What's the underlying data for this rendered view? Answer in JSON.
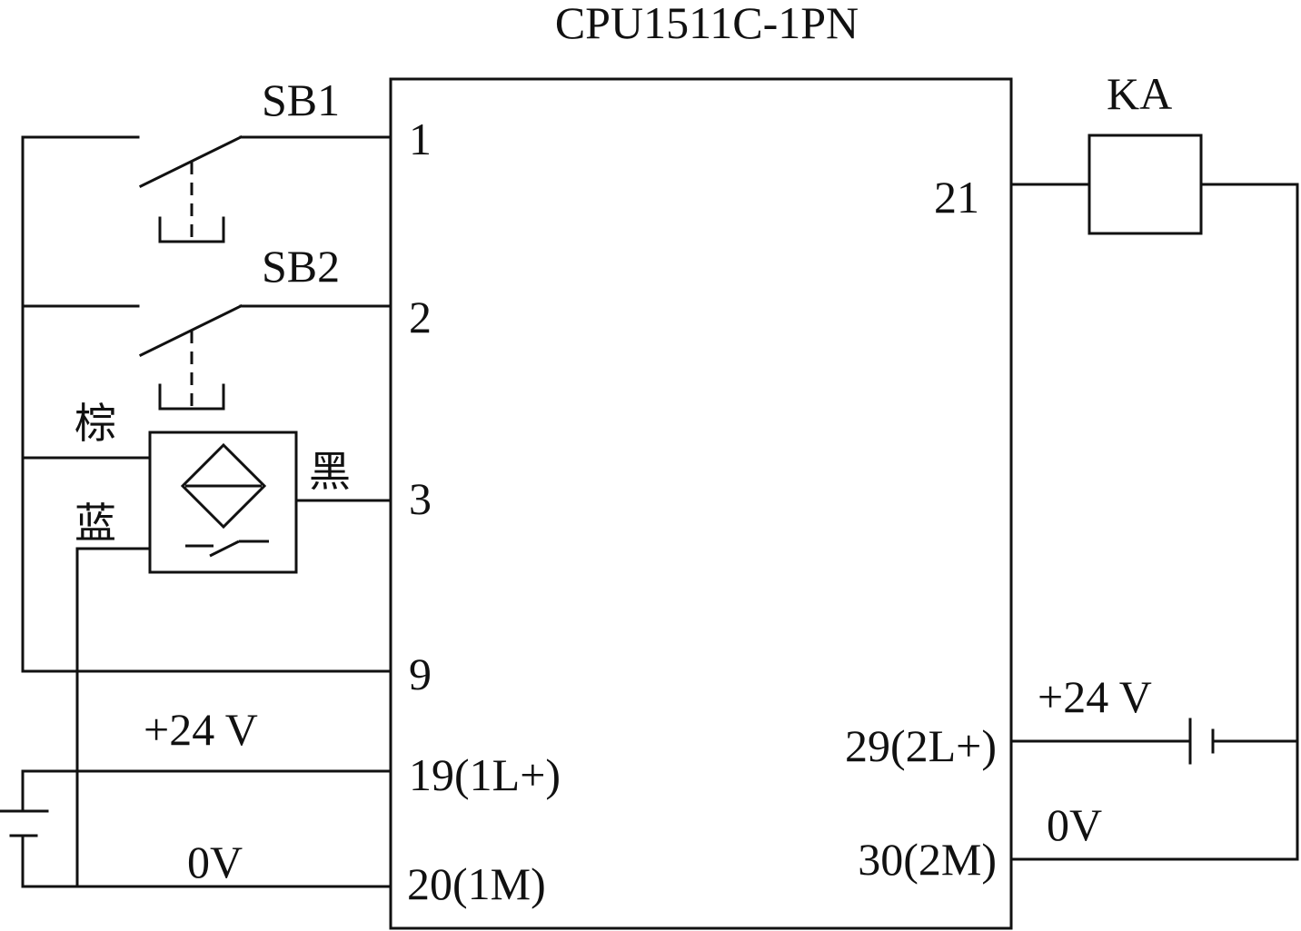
{
  "title": "CPU1511C-1PN",
  "buttons": {
    "sb1": "SB1",
    "sb2": "SB2"
  },
  "relay": "KA",
  "sensor": {
    "brown": "棕",
    "blue": "蓝",
    "black": "黑"
  },
  "terminals": {
    "t1": "1",
    "t2": "2",
    "t3": "3",
    "t9": "9",
    "t19": "19(1L+)",
    "t20": "20(1M)",
    "t21": "21",
    "t29": "29(2L+)",
    "t30": "30(2M)"
  },
  "supply_left": {
    "pos": "+24 V",
    "neg": "0V"
  },
  "supply_right": {
    "pos": "+24 V",
    "neg": "0V"
  }
}
